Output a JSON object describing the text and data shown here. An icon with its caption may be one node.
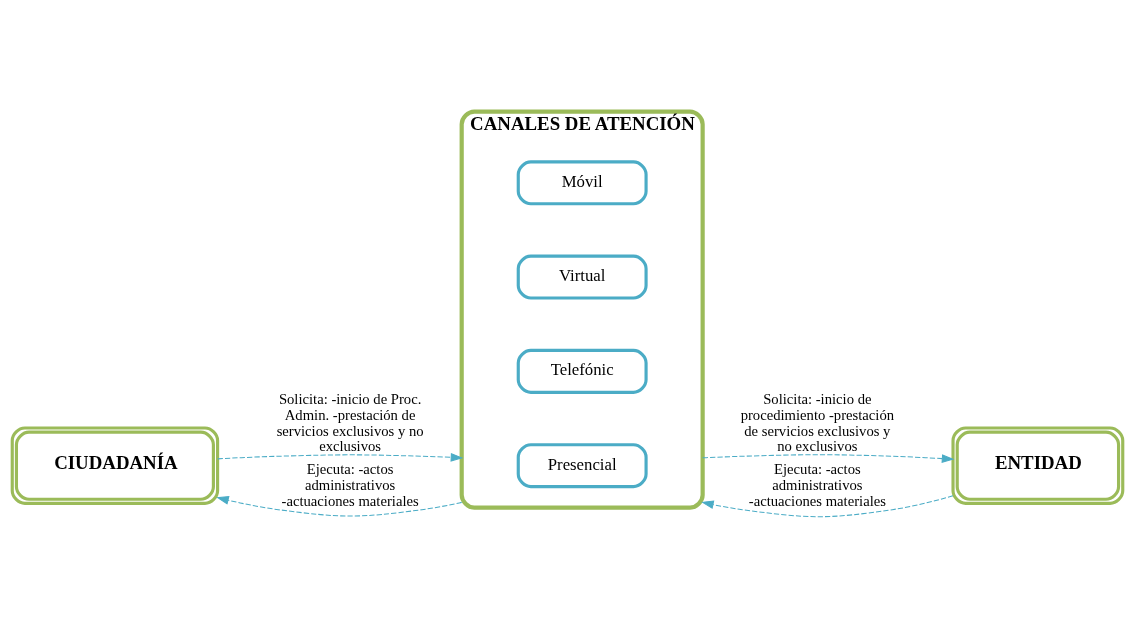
{
  "diagram": {
    "nodes": [
      {
        "text": [
          "CIUDADANÍA"
        ]
      },
      {
        "text": [
          "CANALES DE ATENCIÓN"
        ]
      },
      {
        "text": [
          "Presencial"
        ],
        "in": 1
      },
      {
        "text": [
          "Telefónic"
        ],
        "in": 1
      },
      {
        "text": [
          "Virtual"
        ],
        "in": 1
      },
      {
        "text": [
          "Móvil"
        ],
        "in": 1
      },
      {
        "text": [
          "ENTIDAD"
        ]
      }
    ],
    "edges": [
      {
        "from": 0,
        "to": 1,
        "arrow": "to",
        "style": "dashed",
        "label": "Solicita: -inicio de Proc. Admin. -prestación de servicios exclusivos y no exclusivos"
      },
      {
        "from": 1,
        "to": 6,
        "arrow": "to",
        "style": "dashed",
        "label": "Solicita: -inicio de procedimiento -prestación de servicios exclusivos y no exclusivos"
      },
      {
        "from": 6,
        "to": 1,
        "arrow": "to",
        "style": "dashed",
        "label": "Ejecuta: -actos administrativos -actuaciones materiales"
      },
      {
        "from": 1,
        "to": 0,
        "arrow": "to",
        "style": "dashed",
        "label": "Ejecuta: -actos administrativos -actuaciones materiales"
      }
    ]
  }
}
